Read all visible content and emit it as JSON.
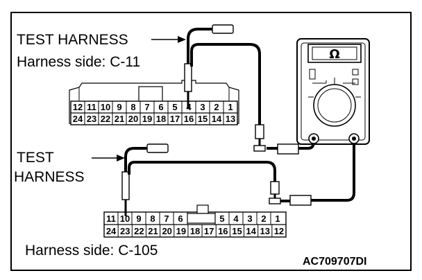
{
  "labels": {
    "test_harness_1": "TEST HARNESS",
    "harness_side_1": "Harness side: C-11",
    "test_harness_2_line1": "TEST",
    "test_harness_2_line2": "HARNESS",
    "harness_side_2": "Harness side: C-105",
    "figure_code": "AC709707DI",
    "meter_symbol": "Ω"
  },
  "connector_c11": {
    "top_row": [
      "12",
      "11",
      "10",
      "9",
      "8",
      "7",
      "6",
      "5",
      "4",
      "3",
      "2",
      "1"
    ],
    "bottom_row": [
      "24",
      "23",
      "22",
      "21",
      "20",
      "19",
      "18",
      "17",
      "16",
      "15",
      "14",
      "13"
    ]
  },
  "connector_c105": {
    "top_row": [
      "11",
      "10",
      "9",
      "8",
      "7",
      "6",
      "",
      "5",
      "4",
      "3",
      "2",
      "1"
    ],
    "bottom_row": [
      "24",
      "23",
      "22",
      "21",
      "20",
      "19",
      "18",
      "17",
      "16",
      "15",
      "14",
      "13",
      "12"
    ]
  }
}
